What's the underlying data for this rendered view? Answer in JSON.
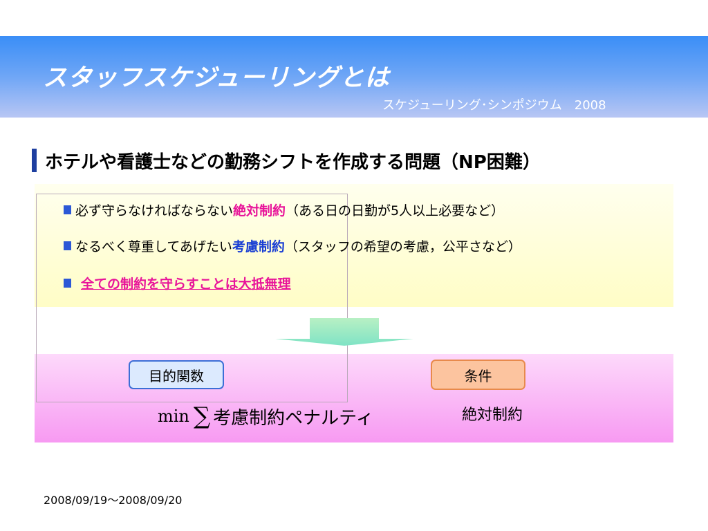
{
  "header": {
    "title": "スタッフスケジューリングとは",
    "subtitle": "スケジューリング･シンポジウム　2008"
  },
  "heading": {
    "text": "ホテルや看護士などの勤務シフトを作成する問題（NP困難）"
  },
  "bullets": [
    {
      "prefix": "必ず守らなければならない",
      "highlight": "絶対制約",
      "suffix": "（ある日の日勤が5人以上必要など）"
    },
    {
      "prefix": "なるべく尊重してあげたい",
      "highlight": "考慮制約",
      "suffix": "（スタッフの希望の考慮，公平さなど）"
    },
    {
      "highlight": "全ての制約を守らすことは大抵無理"
    }
  ],
  "objective": {
    "label": "目的関数",
    "min": "min",
    "sigma": "∑",
    "penalty": "考慮制約ペナルティ"
  },
  "conditions": {
    "label": "条件",
    "value": "絶対制約"
  },
  "footer": {
    "date": "2008/09/19～2008/09/20"
  },
  "colors": {
    "header_blue": "#3a8ef7",
    "bullet_blue": "#2c58d6",
    "absolute_red": "#e8149a",
    "soft_blue": "#1a3fd3"
  }
}
